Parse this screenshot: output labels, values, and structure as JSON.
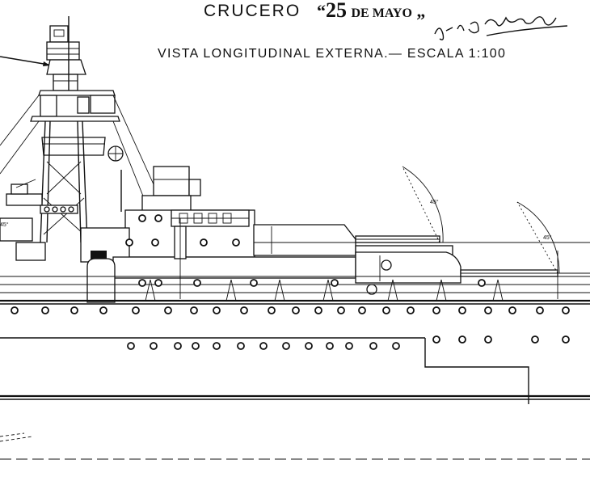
{
  "title": {
    "prefix": "CRUCERO",
    "open_quote": "“",
    "number": "25",
    "name": "DE MAYO",
    "close_quote": "„"
  },
  "subtitle": "VISTA LONGITUDINAL EXTERNA.— ESCALA 1:100",
  "annotations": {
    "angle_1": "45°",
    "angle_2": "45°",
    "angle_3": "45°"
  },
  "signature": "Ing. le Mander"
}
